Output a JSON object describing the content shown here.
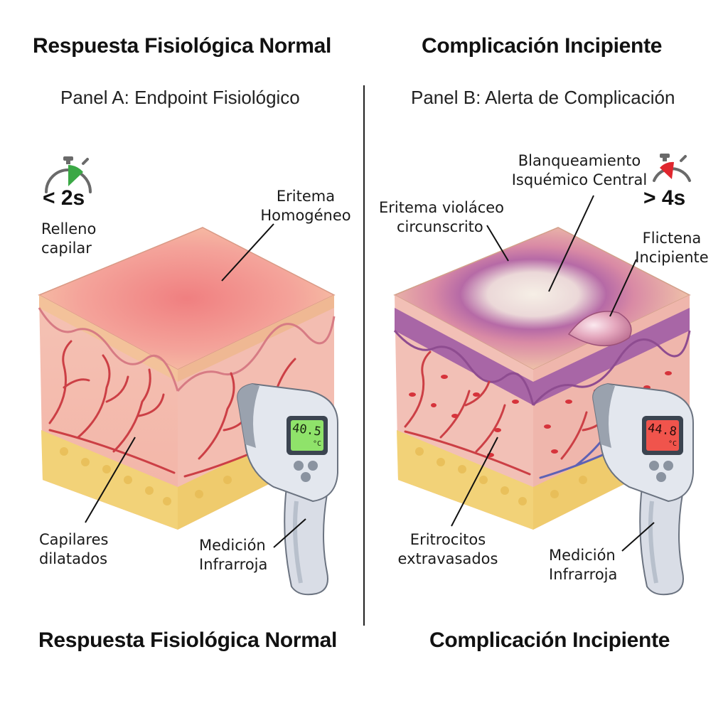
{
  "panel_a": {
    "heading_top": "Respuesta Fisiológica Normal",
    "subtitle": "Panel A: Endpoint Fisiológico",
    "timer_text": "< 2s",
    "timer_label_1": "Relleno",
    "timer_label_2": "capilar",
    "erythema_1": "Eritema",
    "erythema_2": "Homogéneo",
    "capillaries_1": "Capilares",
    "capillaries_2": "dilatados",
    "measure_1": "Medición",
    "measure_2": "Infrarroja",
    "temperature": "40.5",
    "unit": "°C",
    "heading_bottom": "Respuesta Fisiológica Normal",
    "screen_color": "#8fe36a",
    "timer_color": "#3aa845"
  },
  "panel_b": {
    "heading_top": "Complicación Incipiente",
    "subtitle": "Panel B: Alerta de Complicación",
    "timer_text": "> 4s",
    "blanching_1": "Blanqueamiento",
    "blanching_2": "Isquémico Central",
    "erythema_1": "Eritema violáceo",
    "erythema_2": "circunscrito",
    "blister_1": "Flictena",
    "blister_2": "Incipiente",
    "rbc_1": "Eritrocitos",
    "rbc_2": "extravasados",
    "measure_1": "Medición",
    "measure_2": "Infrarroja",
    "temperature": "44.8",
    "unit": "°C",
    "heading_bottom": "Complicación Incipiente",
    "screen_color": "#f0544c",
    "timer_color": "#e0262e"
  }
}
